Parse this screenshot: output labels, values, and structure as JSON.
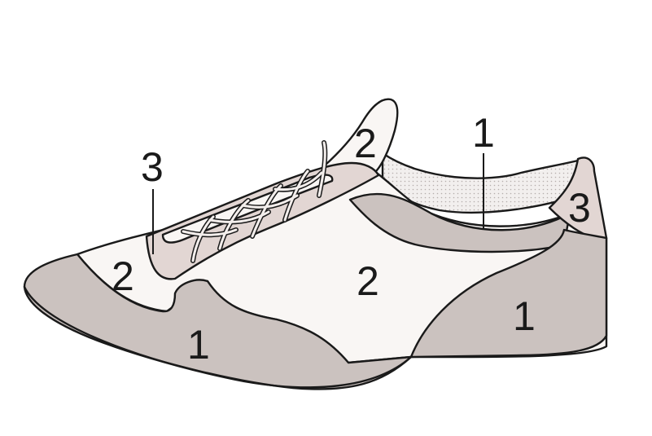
{
  "colors": {
    "zone1": "#cbc2bf",
    "zone2": "#f9f6f4",
    "zone3": "#e2d6d3",
    "lining": "#f2efee",
    "lining_dots": "#b5aeac",
    "line": "#1a1a1a"
  },
  "labels": {
    "toe_cap": "1",
    "heel_counter": "1",
    "collar_lining": "1",
    "vamp": "2",
    "quarter": "2",
    "tongue": "2",
    "lace_facing": "3",
    "heel_tab": "3"
  }
}
